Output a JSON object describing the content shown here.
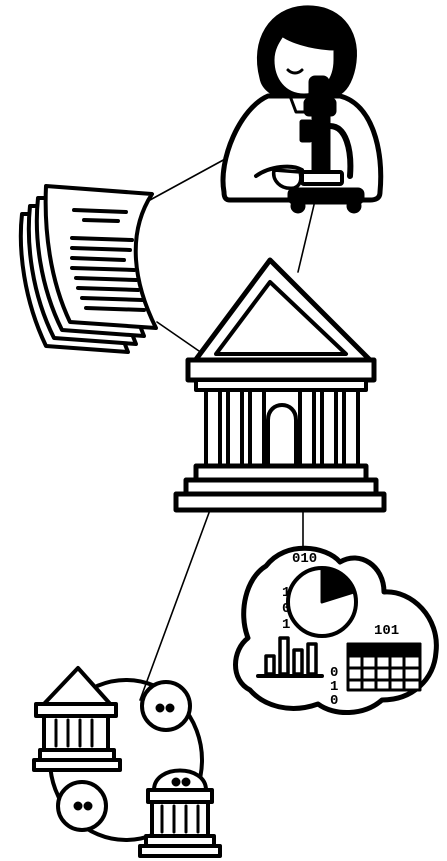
{
  "ink_color": "#000000",
  "paper_color": "#ffffff",
  "cloud_digits": {
    "top": "010",
    "right": "101",
    "left_col": "1\n0\n1",
    "right_col": "0\n1\n0"
  },
  "icons": [
    "scientist-with-microscope-icon",
    "research-papers-icon",
    "institution-building-icon",
    "data-analytics-cloud-icon",
    "institution-network-icon"
  ]
}
